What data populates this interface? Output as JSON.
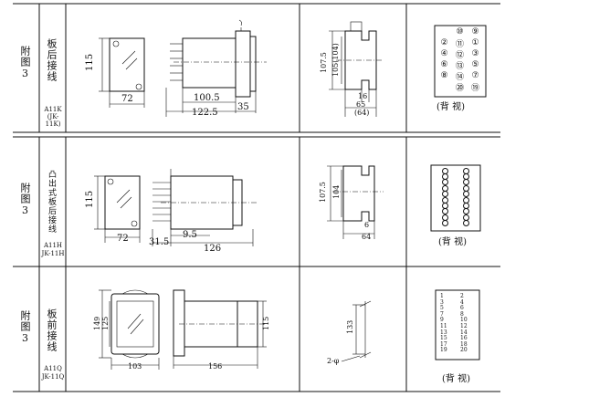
{
  "rows": [
    {
      "label_ref": "附图3",
      "label_wiring": "板后接线",
      "model": "A11K",
      "model_sub": "(JK-11K)",
      "dims_front": {
        "height": "115",
        "width": "72"
      },
      "dims_side": {
        "length1": "100.5",
        "length2": "122.5",
        "length3": "35"
      },
      "dims_cutout": {
        "h1": "107.5",
        "h2": "105(104)",
        "w1": "16",
        "w2": "65",
        "w3": "(64)"
      },
      "back_view_label": "(背 视)",
      "terminals": [
        "⑩",
        "⑨",
        "②",
        "⑪",
        "①",
        "④",
        "⑫",
        "③",
        "⑥",
        "⑬",
        "⑤",
        "⑧",
        "⑭",
        "⑦",
        "⑳",
        "⑲"
      ]
    },
    {
      "label_ref": "附图3",
      "label_wiring": "凸出式板后接线",
      "model": "A11H",
      "model_sub": "JK-11H",
      "dims_front": {
        "height": "115",
        "width": "72"
      },
      "dims_side": {
        "length1": "9.5",
        "length2": "126",
        "offset": "31.5"
      },
      "dims_cutout": {
        "h1": "107.5",
        "h2": "104",
        "w1": "6",
        "w2": "64"
      },
      "back_view_label": "(背 视)"
    },
    {
      "label_ref": "附图3",
      "label_wiring": "板前接线",
      "model": "A11Q",
      "model_sub": "JK-11Q",
      "dims_front": {
        "height1": "149",
        "height2": "125",
        "width": "103"
      },
      "dims_side": {
        "length": "156",
        "height": "115"
      },
      "dims_cutout": {
        "h": "133",
        "hole": "2-φ"
      },
      "back_view_label": "(背 视)",
      "terminal_numbers_left": [
        "1",
        "3",
        "5",
        "7",
        "9",
        "11",
        "13",
        "15",
        "17",
        "19"
      ],
      "terminal_numbers_right": [
        "2",
        "4",
        "6",
        "8",
        "10",
        "12",
        "14",
        "16",
        "18",
        "20"
      ]
    }
  ]
}
